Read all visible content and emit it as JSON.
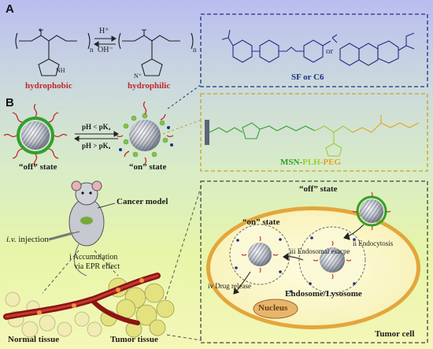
{
  "panels": {
    "a": "A",
    "b": "B"
  },
  "panel_a": {
    "equilibrium": {
      "forward": "H⁺",
      "reverse": "OH⁻"
    },
    "polymer_labels": {
      "left_subscript": "n",
      "right_subscript": "n",
      "imidazole_nh": "NH",
      "protonated_n": "N⁺"
    },
    "hydrophobic_label": "hydrophobic",
    "hydrophilic_label": "hydrophilic",
    "cargo_connector": "or",
    "cargo_caption": "SF or C6"
  },
  "panel_b": {
    "switch": {
      "forward": "pH < pKₐ",
      "reverse": "pH > pKₐ"
    },
    "off_state_label": "“off” state",
    "on_state_label": "“on” state",
    "construct": {
      "part1": "MSN-",
      "part2": "PLH",
      "part3": "-PEG"
    },
    "mouse": {
      "cancer_model": "Cancer model",
      "iv_italic": "i.v.",
      "injection": "injection",
      "accumulation_line1": "i Accumulation",
      "accumulation_line2": "via EPR effect"
    },
    "tissue": {
      "normal": "Normal tissue",
      "tumor": "Tumor tissue"
    },
    "cell": {
      "off_state": "“off” state",
      "on_state": "“on” state",
      "endocytosis": "ii Endocytosis",
      "endosomal_escape": "iii Endosomal esacpe",
      "drug_release": "iv Drug release",
      "endosome": "Endosome/Lysosome",
      "nucleus": "Nucleus",
      "tumor_cell": "Tumor cell"
    }
  },
  "colors": {
    "hydrophobic_red": "#c0282d",
    "navy": "#1f2f86",
    "msn_green": "#33a02c",
    "plh_green": "#9acd32",
    "peg_orange": "#e6a11b",
    "cell_membrane": "#e3a63c"
  }
}
